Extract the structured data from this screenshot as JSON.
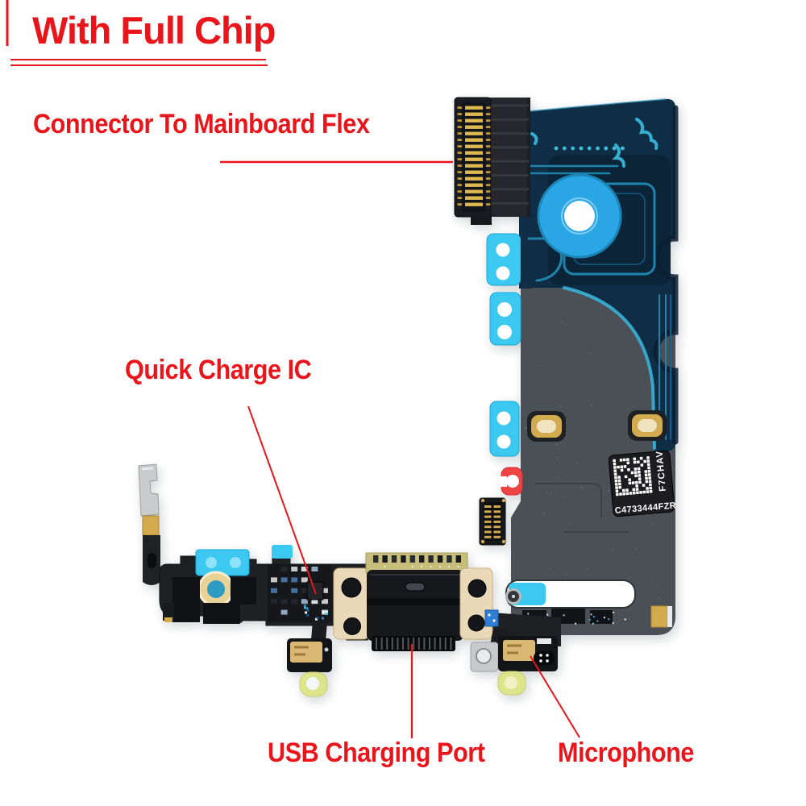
{
  "page": {
    "background": "#ffffff"
  },
  "annotations": {
    "accent_color": "#e9151b",
    "badge_label": "With Full Chip",
    "labels": {
      "connector": "Connector To Mainboard Flex",
      "quick_charge": "Quick Charge IC",
      "usb": "USB Charging Port",
      "microphone": "Microphone"
    }
  },
  "board_label": {
    "serial": "C4733444FZR",
    "code": "F7CHAV"
  },
  "palette": {
    "flex_navy": "#0f2d45",
    "flex_navy_panel": "#0b2438",
    "trace_teal": "#1f84ab",
    "trace_bright": "#35aed2",
    "adhesive_cyan": "#3cc9f1",
    "sticker_blue": "#2aa6e4",
    "flex_gray": "#4b5056",
    "strip_black": "#1e2024",
    "gold": "#d2ab4f",
    "cream": "#ead9b8",
    "tab_red": "#ef4444",
    "tab_yellow": "#dce48c",
    "label_black": "#1d1d20"
  }
}
